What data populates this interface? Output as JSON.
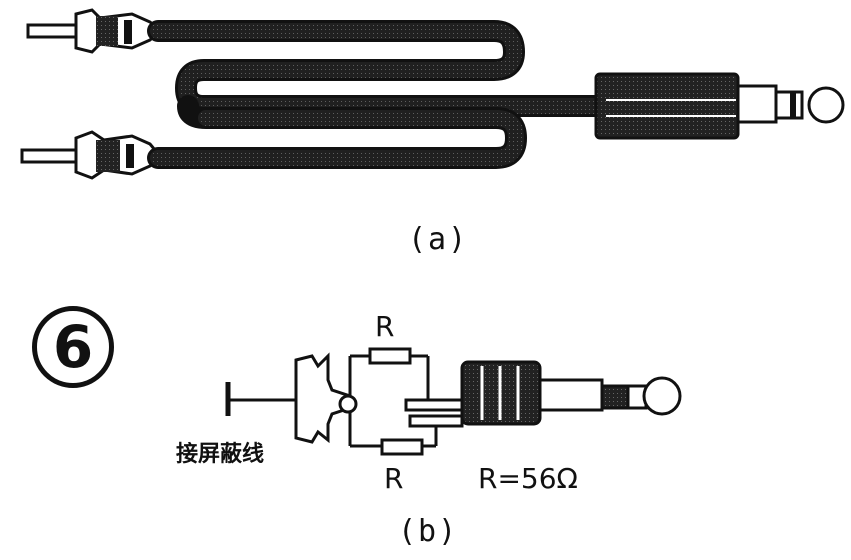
{
  "figure_a": {
    "caption": "(a)"
  },
  "figure_b": {
    "caption": "(b)",
    "number_marker": "6",
    "resistor_label_top": "R",
    "resistor_label_bottom": "R",
    "shield_label": "接屏蔽线",
    "resistance_value": "R=56Ω"
  },
  "colors": {
    "ink": "#111111",
    "background": "#ffffff"
  }
}
